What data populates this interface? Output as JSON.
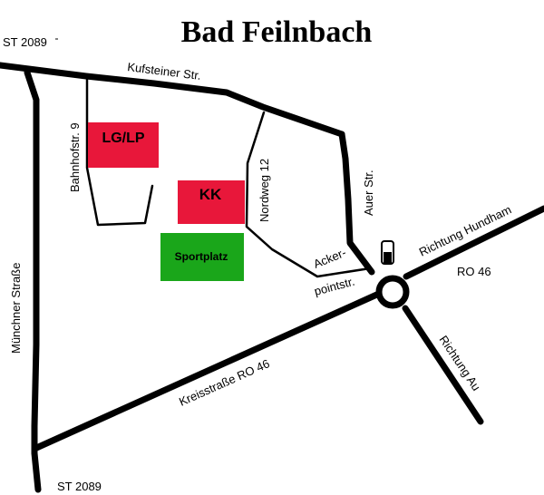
{
  "title": "Bad Feilnbach",
  "colors": {
    "road": "#000000",
    "lglp": "#e8173a",
    "kk": "#e8173a",
    "sportplatz": "#1aa61a",
    "background": "#ffffff"
  },
  "roads": {
    "st2089_top": "ST 2089",
    "st2089_bottom": "ST 2089",
    "kufsteiner": "Kufsteiner Str.",
    "bahnhofstr": "Bahnhofstr. 9",
    "nordweg": "Nordweg 12",
    "auer": "Auer Str.",
    "acker": "Acker-",
    "pointstr": "pointstr.",
    "hundham": "Richtung Hundham",
    "ro46_east": "RO 46",
    "richtung_au": "Richtung Au",
    "kreisstrasse": "Kreisstraße RO 46",
    "muenchner": "Münchner Straße"
  },
  "places": {
    "lglp": "LG/LP",
    "kk": "KK",
    "sportplatz": "Sportplatz"
  },
  "icons": {
    "fuel": "fuel-pump-icon"
  }
}
